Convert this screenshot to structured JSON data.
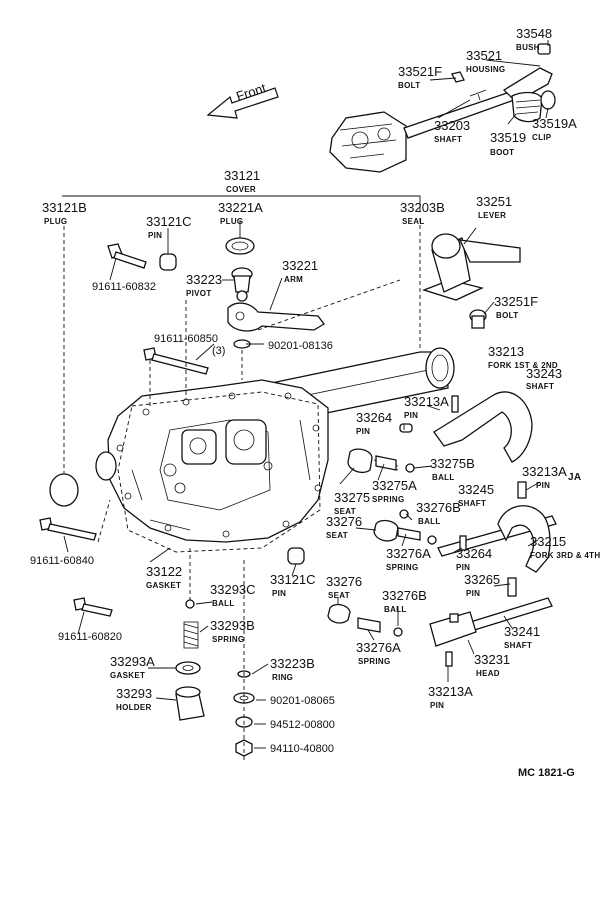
{
  "diagram": {
    "direction_label": "Front",
    "drawing_code": "MC  1821-G",
    "callouts": [
      {
        "number": "33548",
        "label": "BUSH"
      },
      {
        "number": "33521",
        "label": "HOUSING"
      },
      {
        "number": "33521F",
        "label": "BOLT"
      },
      {
        "number": "33203",
        "label": "SHAFT"
      },
      {
        "number": "33519",
        "label": "BOOT"
      },
      {
        "number": "33519A",
        "label": "CLIP"
      },
      {
        "number": "33121",
        "label": "COVER"
      },
      {
        "number": "33121B",
        "label": "PLUG"
      },
      {
        "number": "33221A",
        "label": "PLUG"
      },
      {
        "number": "33203B",
        "label": "SEAL"
      },
      {
        "number": "33251",
        "label": "LEVER"
      },
      {
        "number": "33121C",
        "label": "PIN"
      },
      {
        "number": "33223",
        "label": "PIVOT"
      },
      {
        "number": "33221",
        "label": "ARM"
      },
      {
        "number": "33251F",
        "label": "BOLT"
      },
      {
        "number": "33213",
        "label": "FORK 1ST & 2ND"
      },
      {
        "number": "33243",
        "label": "SHAFT"
      },
      {
        "number": "33213A",
        "label": "PIN"
      },
      {
        "number": "33264",
        "label": "PIN"
      },
      {
        "number": "33275A",
        "label": "SPRING"
      },
      {
        "number": "33275B",
        "label": "BALL"
      },
      {
        "number": "33275",
        "label": "SEAT"
      },
      {
        "number": "33276B",
        "label": "BALL"
      },
      {
        "number": "33276",
        "label": "SEAT"
      },
      {
        "number": "33276A",
        "label": "SPRING"
      },
      {
        "number": "33245",
        "label": "SHAFT"
      },
      {
        "number": "33213A",
        "label": "PIN"
      },
      {
        "number": "33264",
        "label": "PIN"
      },
      {
        "number": "33215",
        "label": "FORK 3RD & 4TH"
      },
      {
        "number": "33122",
        "label": "GASKET"
      },
      {
        "number": "33121C",
        "label": "PIN"
      },
      {
        "number": "33293C",
        "label": "BALL"
      },
      {
        "number": "33276",
        "label": "SEAT"
      },
      {
        "number": "33276B",
        "label": "BALL"
      },
      {
        "number": "33265",
        "label": "PIN"
      },
      {
        "number": "33293B",
        "label": "SPRING"
      },
      {
        "number": "33276A",
        "label": "SPRING"
      },
      {
        "number": "33241",
        "label": "SHAFT"
      },
      {
        "number": "33231",
        "label": "HEAD"
      },
      {
        "number": "33293A",
        "label": "GASKET"
      },
      {
        "number": "33223B",
        "label": "RING"
      },
      {
        "number": "33293",
        "label": "HOLDER"
      },
      {
        "number": "33213A",
        "label": "PIN"
      }
    ],
    "part_refs": [
      "91611-60832",
      "91611-60850",
      "(3)",
      "90201-08136",
      "91611-60840",
      "91611-60820",
      "90201-08065",
      "94512-00800",
      "94110-40800"
    ],
    "stray_marks": [
      "JA"
    ]
  }
}
